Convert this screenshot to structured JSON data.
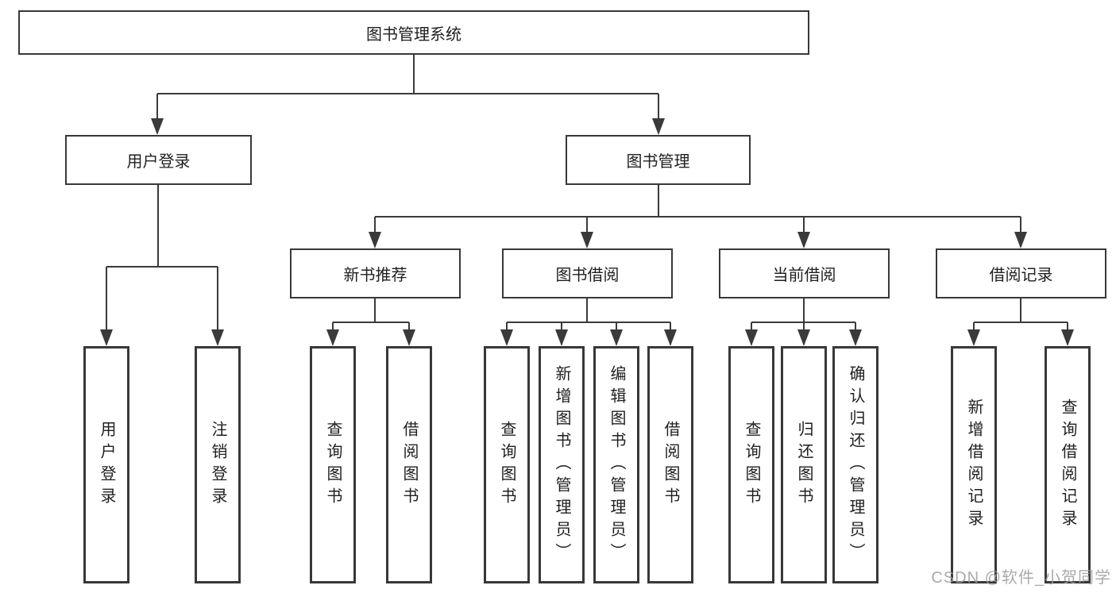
{
  "diagram": {
    "type": "hierarchy-tree",
    "title": "图书管理系统",
    "colors": {
      "line": "#3a3a3a",
      "box_border": "#383838",
      "box_fill": "#ffffff",
      "text": "#1f1f1f",
      "watermark": "#9b9b9b",
      "background": "#ffffff"
    },
    "nodes": {
      "root": "图书管理系统",
      "userLogin": "用户登录",
      "bookMgmt": "图书管理",
      "newBookRec": "新书推荐",
      "bookBorrow": "图书借阅",
      "currentBorrow": "当前借阅",
      "borrowRecord": "借阅记录",
      "leafUserLogin": "用户登录",
      "leafLogout": "注销登录",
      "leafQueryBook1": "查询图书",
      "leafBorrowBook1": "借阅图书",
      "leafQueryBook2": "查询图书",
      "leafAddBookAdmin": "新增图书（管理员）",
      "leafEditBookAdmin": "编辑图书（管理员）",
      "leafBorrowBook2": "借阅图书",
      "leafQueryBook3": "查询图书",
      "leafReturnBook": "归还图书",
      "leafConfirmReturnAdmin": "确认归还（管理员）",
      "leafAddBorrowRecord": "新增借阅记录",
      "leafQueryBorrowRecord": "查询借阅记录"
    },
    "edges": [
      "图书管理系统→用户登录",
      "图书管理系统→图书管理",
      "用户登录→用户登录",
      "用户登录→注销登录",
      "图书管理→新书推荐",
      "图书管理→图书借阅",
      "图书管理→当前借阅",
      "图书管理→借阅记录",
      "新书推荐→查询图书",
      "新书推荐→借阅图书",
      "图书借阅→查询图书",
      "图书借阅→新增图书（管理员）",
      "图书借阅→编辑图书（管理员）",
      "图书借阅→借阅图书",
      "当前借阅→查询图书",
      "当前借阅→归还图书",
      "当前借阅→确认归还（管理员）",
      "借阅记录→新增借阅记录",
      "借阅记录→查询借阅记录"
    ],
    "watermark": "CSDN @软件_小贺同学"
  }
}
